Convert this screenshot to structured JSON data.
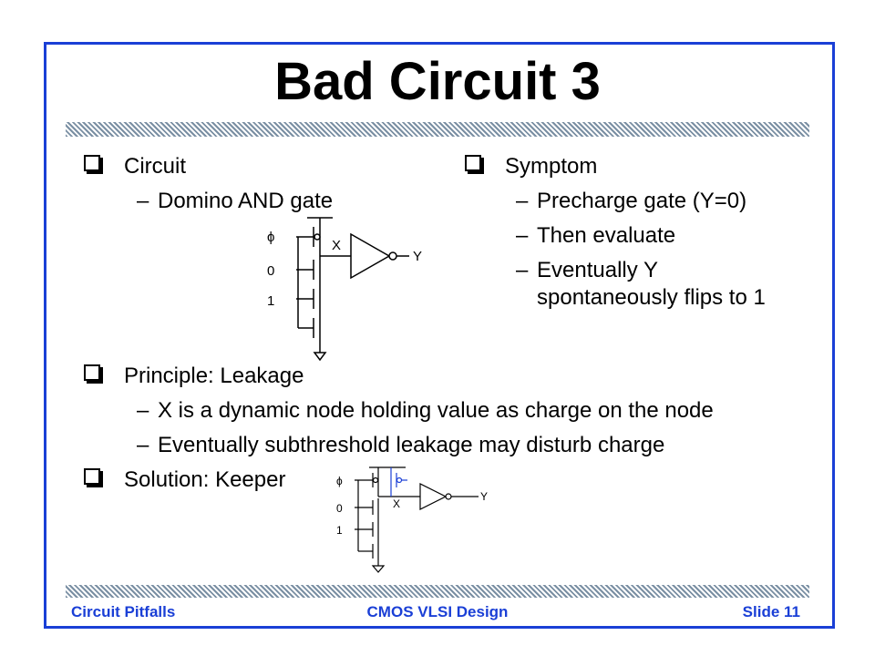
{
  "slide": {
    "title": "Bad Circuit 3",
    "left_column": {
      "heading": "Circuit",
      "items": [
        "Domino AND gate"
      ]
    },
    "right_column": {
      "heading": "Symptom",
      "items": [
        "Precharge gate (Y=0)",
        "Then evaluate",
        "Eventually Y",
        "spontaneously flips to 1"
      ]
    },
    "principle": {
      "heading": "Principle: Leakage",
      "items": [
        "X is a dynamic node holding value as charge on the node",
        "Eventually subthreshold leakage may disturb charge"
      ]
    },
    "solution": {
      "heading": "Solution: Keeper"
    },
    "diagram1": {
      "clock": "ϕ",
      "in_a": "0",
      "in_b": "1",
      "node": "X",
      "output": "Y"
    },
    "diagram2": {
      "clock": "ϕ",
      "in_a": "0",
      "in_b": "1",
      "node": "X",
      "output": "Y"
    }
  },
  "footer": {
    "left": "Circuit Pitfalls",
    "center": "CMOS VLSI Design",
    "right": "Slide 11"
  },
  "colors": {
    "frame": "#1a3fd6",
    "footer_text": "#1a3fd6",
    "keeper": "#1a3fd6"
  }
}
